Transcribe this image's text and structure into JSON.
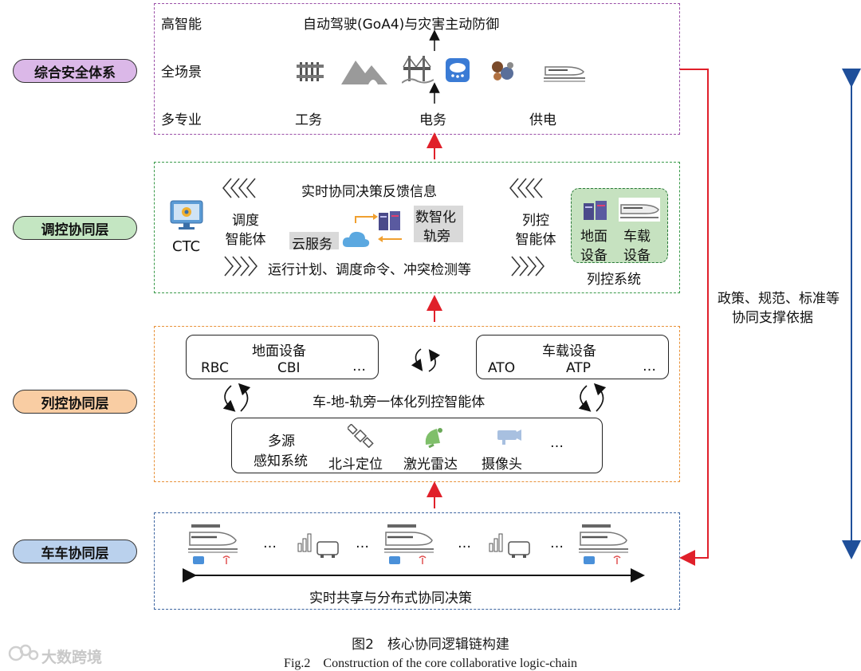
{
  "layers": {
    "safety": {
      "label": "综合安全体系",
      "color": "#d9b3e6"
    },
    "dispatch": {
      "label": "调控协同层",
      "color": "#bfe3bf"
    },
    "train_control": {
      "label": "列控协同层",
      "color": "#f8c89a"
    },
    "v2v": {
      "label": "车车协同层",
      "color": "#b6cdea"
    }
  },
  "top": {
    "row1_label": "高智能",
    "row2_label": "全场景",
    "row3_label": "多专业",
    "goal": "自动驾驶(GoA4)与灾害主动防御",
    "disc_works": "工务",
    "disc_electric": "电务",
    "disc_power": "供电"
  },
  "dispatch": {
    "ctc": "CTC",
    "feedback": "实时协同决策反馈信息",
    "dispatch_agent_1": "调度",
    "dispatch_agent_2": "智能体",
    "cloud": "云服务",
    "digital_1": "数智化",
    "digital_2": "轨旁",
    "tc_agent_1": "列控",
    "tc_agent_2": "智能体",
    "plan": "运行计划、调度命令、冲突检测等",
    "ground_1": "地面",
    "ground_2": "设备",
    "onboard_1": "车载",
    "onboard_2": "设备",
    "tc_system": "列控系统"
  },
  "train_control": {
    "ground_title": "地面设备",
    "rbc": "RBC",
    "cbi": "CBI",
    "ground_more": "…",
    "onboard_title": "车载设备",
    "ato": "ATO",
    "atp": "ATP",
    "onboard_more": "…",
    "integrated": "车-地-轨旁一体化列控智能体",
    "sensing_1": "多源",
    "sensing_2": "感知系统",
    "beidou": "北斗定位",
    "lidar": "激光雷达",
    "camera": "摄像头",
    "sensing_more": "…"
  },
  "v2v": {
    "ellipsis": "…",
    "shared": "实时共享与分布式协同决策"
  },
  "side": {
    "policy_1": "政策、规范、标准等",
    "policy_2": "协同支撑依据"
  },
  "caption": {
    "cn": "图2　核心协同逻辑链构建",
    "en": "Fig.2　Construction of the core collaborative logic-chain"
  },
  "watermark": "大数跨境",
  "colors": {
    "safety_border": "#9b4fa8",
    "dispatch_border": "#3a9a4a",
    "tc_border": "#e8923a",
    "v2v_border": "#3c64a0",
    "up_arrow": "#e0202a",
    "side_arrow": "#1f4f9a"
  }
}
